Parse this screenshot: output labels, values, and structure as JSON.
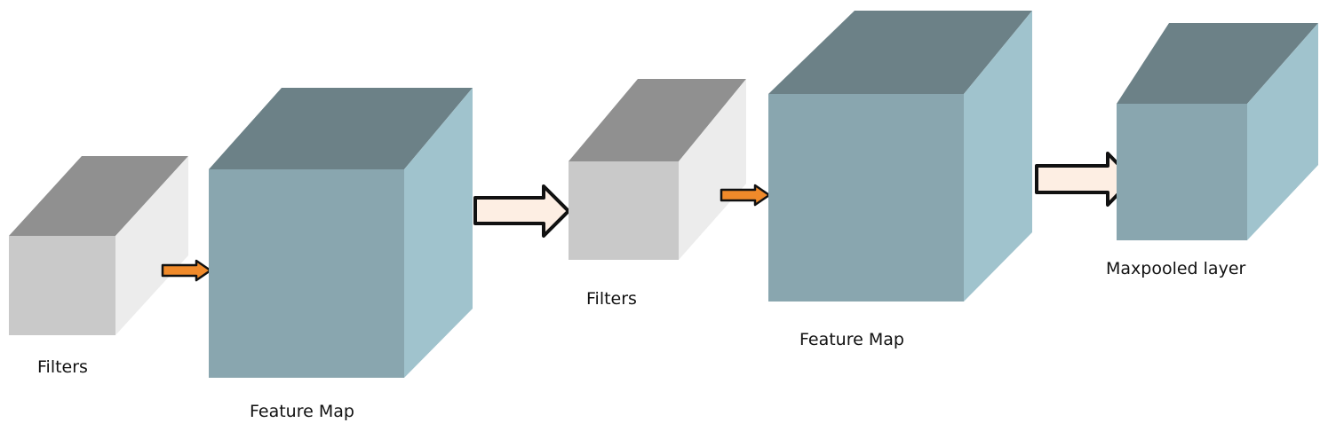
{
  "labels": {
    "filters_1": "Filters",
    "feature_map_1": "Feature Map",
    "filters_2": "Filters",
    "feature_map_2": "Feature Map",
    "maxpooled": "Maxpooled layer"
  },
  "colors": {
    "filter_front": "#c9c9c9",
    "filter_top": "#909090",
    "filter_side": "#ececec",
    "map_front": "#89a6af",
    "map_top": "#6c8187",
    "map_side": "#a0c3cd",
    "small_arrow_fill": "#f08a2a",
    "big_arrow_fill": "#fdeee3",
    "arrow_stroke": "#111111"
  }
}
